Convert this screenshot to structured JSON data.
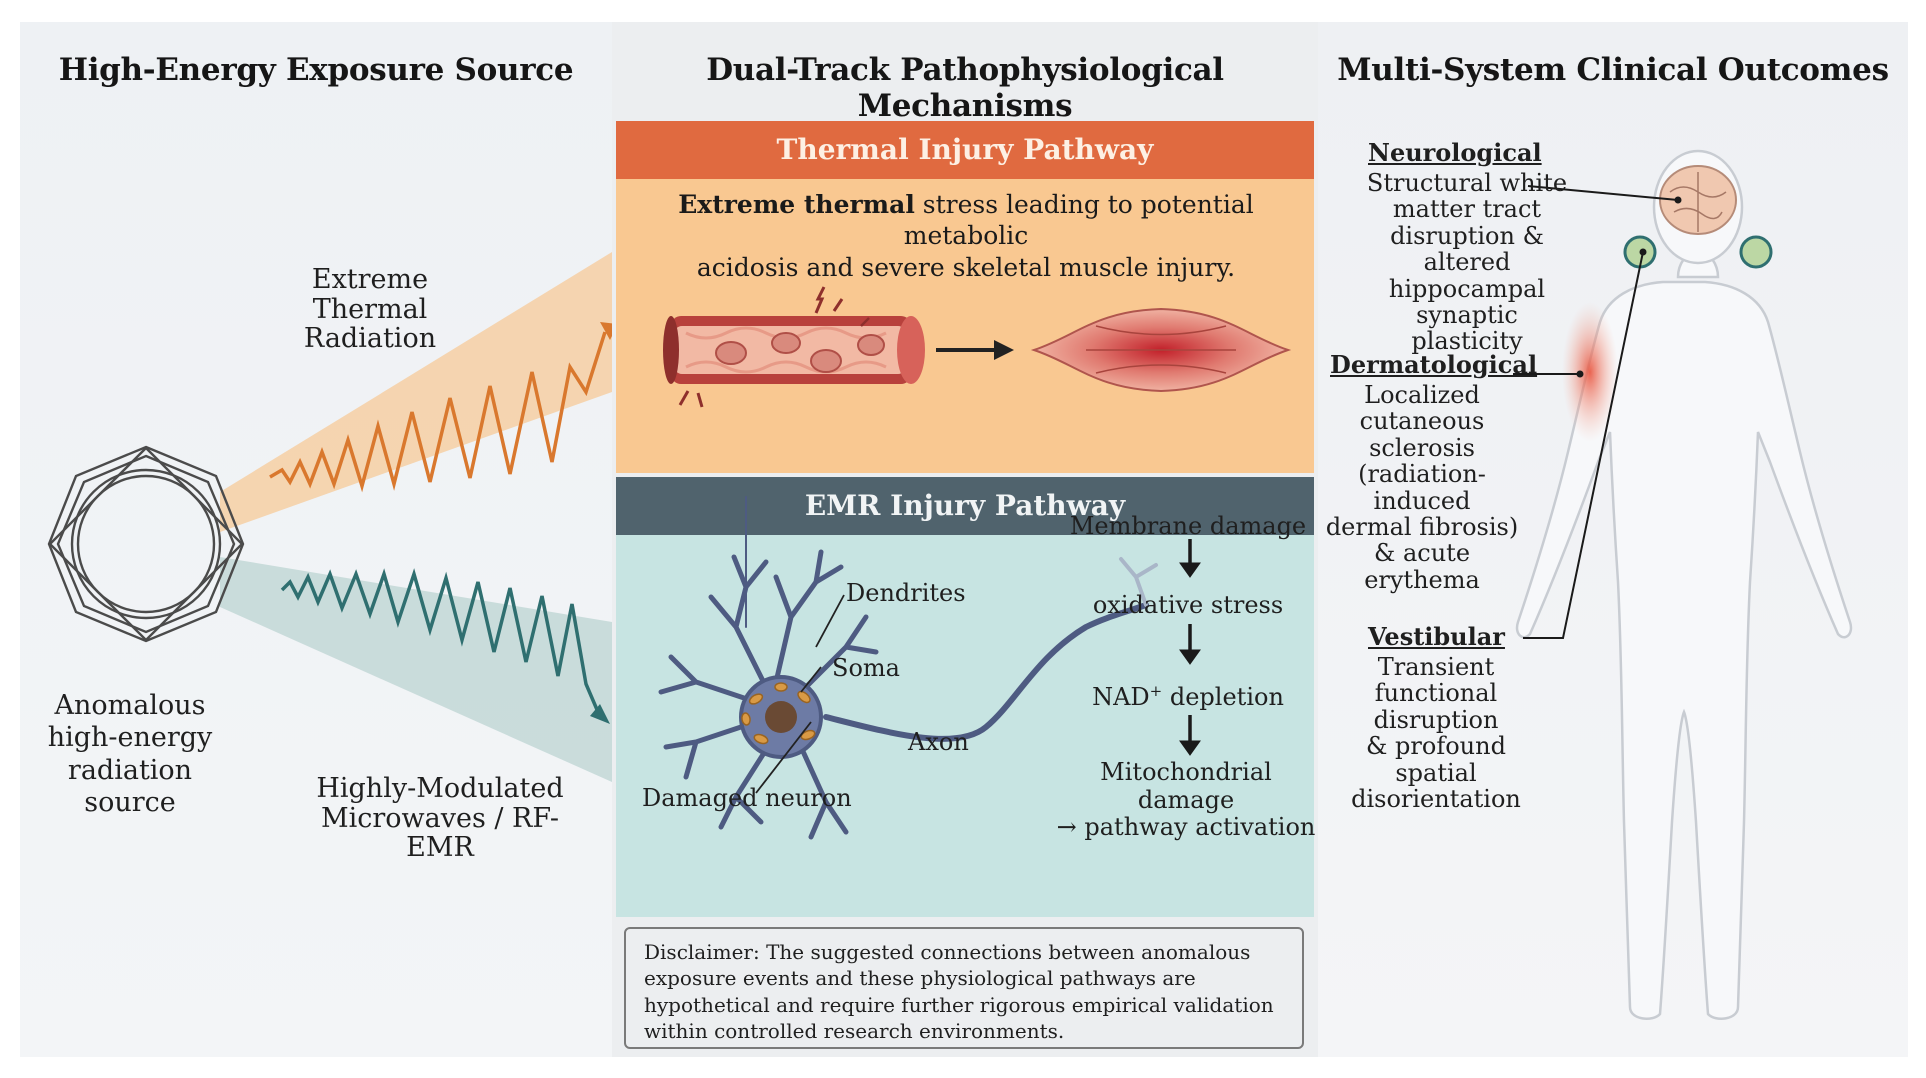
{
  "columns": {
    "source_title": "High-Energy Exposure Source",
    "mechanisms_title": "Dual-Track Pathophysiological Mechanisms",
    "outcomes_title": "Multi-System Clinical Outcomes"
  },
  "source": {
    "thermal_label": [
      "Extreme Thermal",
      "Radiation"
    ],
    "emitter_label": [
      "Anomalous",
      "high-energy",
      "radiation source"
    ],
    "microwave_label": [
      "Highly-Modulated",
      "Microwaves / RF-EMR"
    ]
  },
  "thermal_pathway": {
    "header": "Thermal Injury Pathway",
    "desc_bold": "Extreme thermal",
    "desc_rest_line1": " stress leading to potential metabolic",
    "desc_line2": "acidosis and severe skeletal muscle injury."
  },
  "emr_pathway": {
    "header": "EMR Injury Pathway",
    "neuron_labels": {
      "dendrites": "Dendrites",
      "soma": "Soma",
      "axon": "Axon",
      "damaged": "Damaged neuron"
    },
    "cascade": {
      "step1": "Membrane damage",
      "step2": "oxidative stress",
      "step3_main": "NAD",
      "step3_sup": "+",
      "step3_rest": " depletion",
      "step4_line1": "Mitochondrial damage",
      "step4_line2": "→ pathway activation"
    }
  },
  "disclaimer": "Disclaimer: The suggested connections between anomalous exposure events and these physiological pathways are hypothetical and require further rigorous empirical validation within controlled research environments.",
  "outcomes": {
    "neurological": {
      "title": "Neurological",
      "lines": [
        "Structural white",
        "matter tract",
        "disruption & altered",
        "hippocampal",
        "synaptic plasticity"
      ]
    },
    "dermatological": {
      "title": "Dermatological",
      "lines": [
        "Localized",
        "cutaneous",
        "sclerosis",
        "(radiation-induced",
        "dermal fibrosis)",
        "& acute",
        "erythema"
      ]
    },
    "vestibular": {
      "title": "Vestibular",
      "lines": [
        "Transient",
        "functional disruption",
        "& profound spatial",
        "disorientation"
      ]
    }
  },
  "colors": {
    "thermal_header": "#e06a40",
    "thermal_bg": "#f9c891",
    "emr_header": "#50636d",
    "emr_bg": "#c7e4e2",
    "thermal_wave": "#d9782e",
    "microwave_wave": "#2f6f70"
  }
}
